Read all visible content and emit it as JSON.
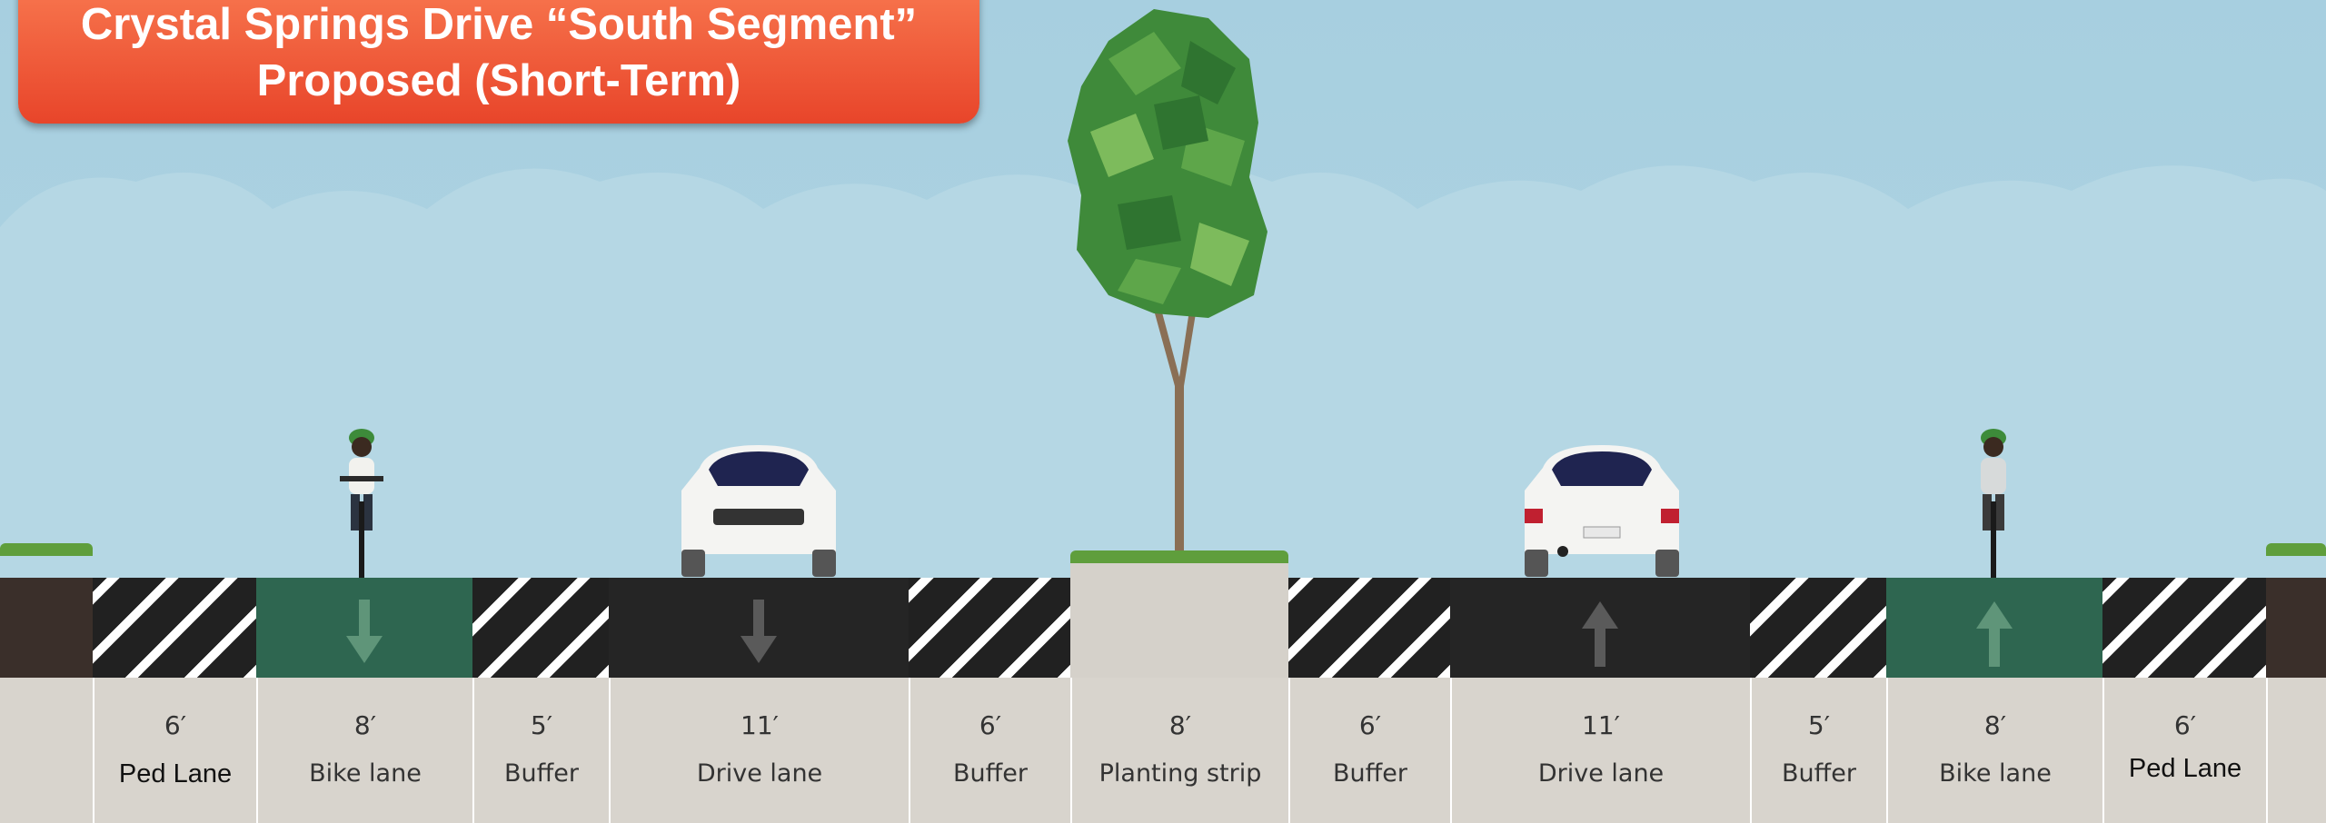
{
  "title": {
    "line1": "Crystal Springs Drive “South Segment”",
    "line2": "Proposed (Short-Term)"
  },
  "segments": [
    {
      "width": "6′",
      "name": "Ped Lane"
    },
    {
      "width": "8′",
      "name": "Bike lane"
    },
    {
      "width": "5′",
      "name": "Buffer"
    },
    {
      "width": "11′",
      "name": "Drive lane"
    },
    {
      "width": "6′",
      "name": "Buffer"
    },
    {
      "width": "8′",
      "name": "Planting strip"
    },
    {
      "width": "6′",
      "name": "Buffer"
    },
    {
      "width": "11′",
      "name": "Drive lane"
    },
    {
      "width": "5′",
      "name": "Buffer"
    },
    {
      "width": "8′",
      "name": "Bike lane"
    },
    {
      "width": "6′",
      "name": "Ped Lane"
    }
  ],
  "lane_directions": {
    "left_bike": "down",
    "left_drive": "down",
    "right_drive": "up",
    "right_bike": "up"
  },
  "colors": {
    "title_top": "#f97a51",
    "title_bottom": "#e8452a",
    "bike_lane": "#2e6650",
    "drive_lane": "#252525",
    "sky": "#a9d0df"
  }
}
